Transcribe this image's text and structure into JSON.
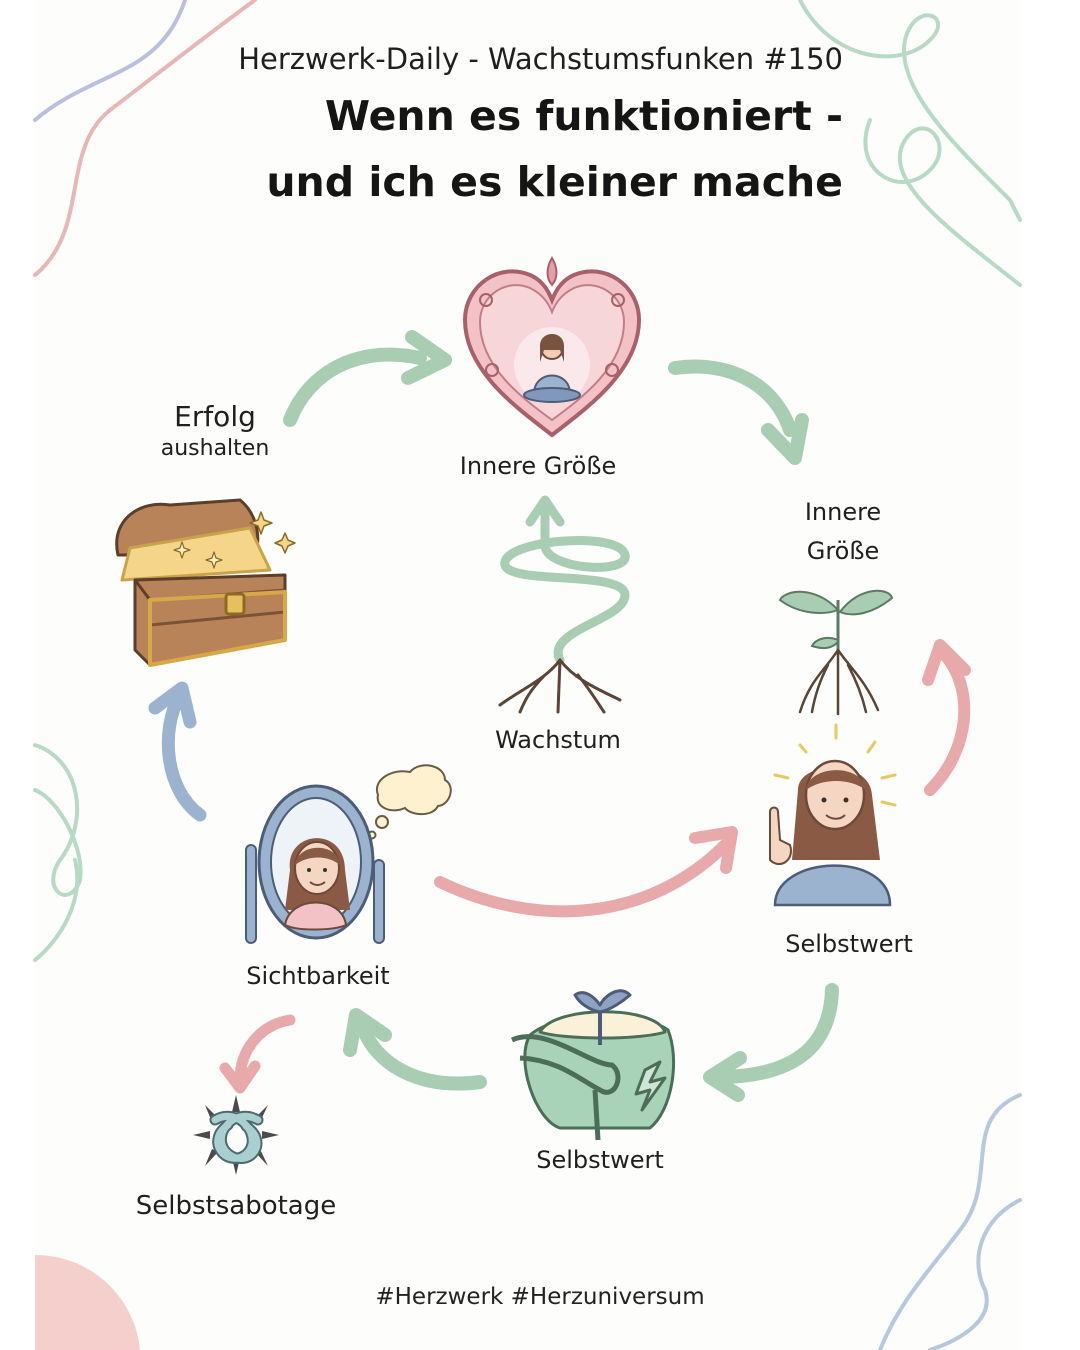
{
  "header": {
    "subtitle": "Herzwerk-Daily - Wachstumsfunken #150",
    "title_line1": "Wenn es funktioniert -",
    "title_line2": "und ich es kleiner mache"
  },
  "nodes": {
    "top": "Innere Größe",
    "right_top_line1": "Innere",
    "right_top_line2": "Größe",
    "center": "Wachstum",
    "left_top_line1": "Erfolg",
    "left_top_line2": "aushalten",
    "right_bottom": "Selbstwert",
    "bottom": "Selbstwert",
    "left_bottom": "Sichtbarkeit",
    "sabotage": "Selbstsabotage"
  },
  "footer": {
    "hashtags": "#Herzwerk #Herzuniversum"
  },
  "colors": {
    "green_arrow": "#a8cdb3",
    "pink_arrow": "#e8a9ab",
    "blue_arrow": "#9bb3cf",
    "heart_fill": "#f3c2c6",
    "chest_wood": "#b9835a",
    "gift_green": "#a9d3b8"
  }
}
